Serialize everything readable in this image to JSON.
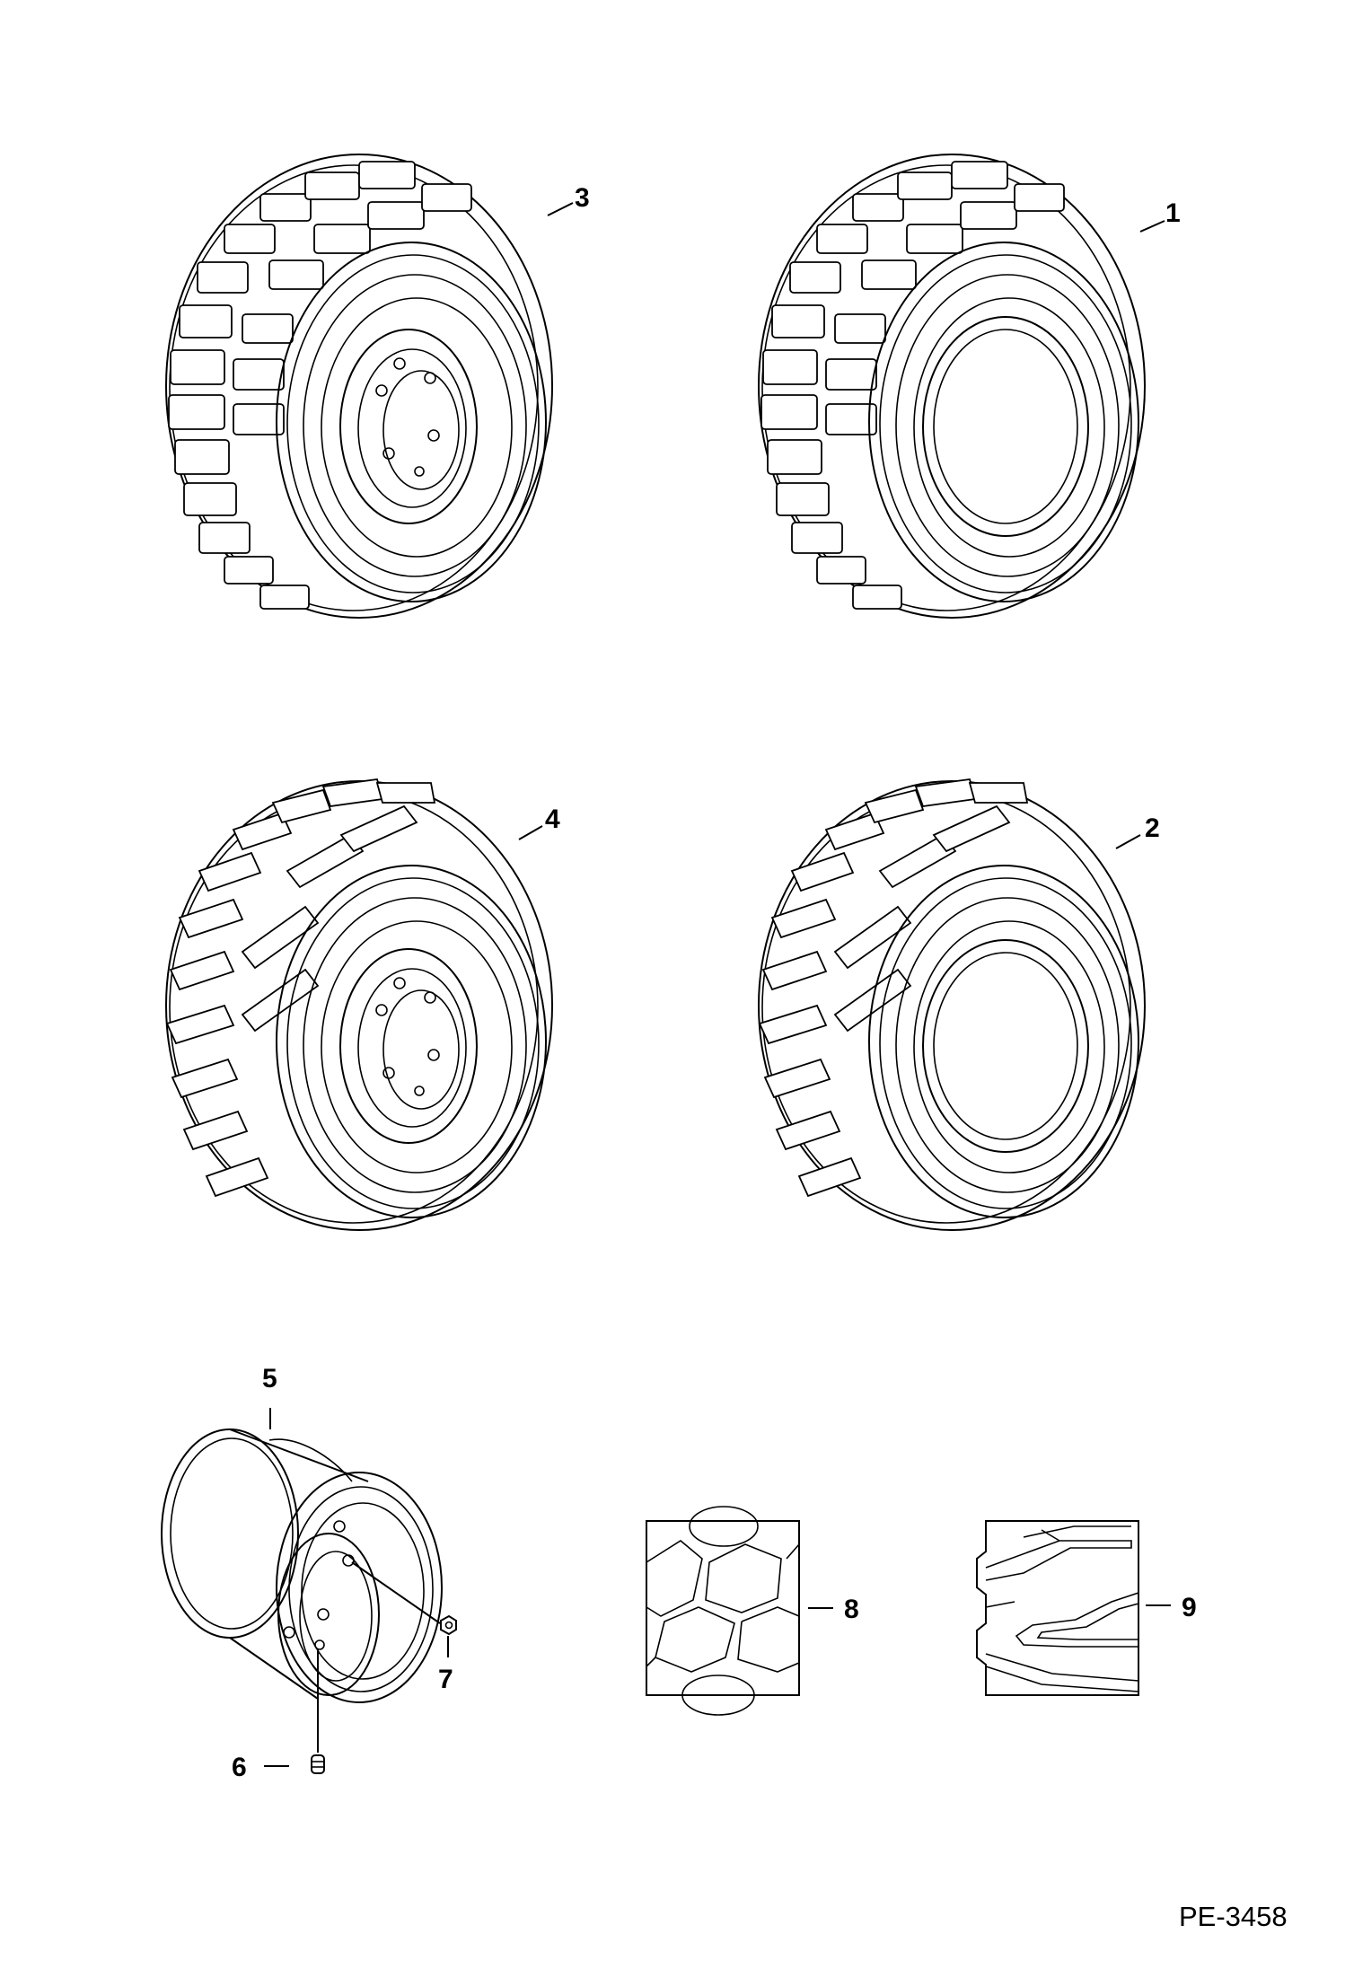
{
  "figure": {
    "code": "PE-3458",
    "callouts": [
      "1",
      "2",
      "3",
      "4",
      "5",
      "6",
      "7",
      "8",
      "9"
    ]
  },
  "parts": [
    {
      "callout": "1",
      "view": "tire-block-tread",
      "icon": "tire-without-rim-icon"
    },
    {
      "callout": "2",
      "view": "tire-lug-tread",
      "icon": "tire-without-rim-icon"
    },
    {
      "callout": "3",
      "view": "tire-block-tread",
      "icon": "tire-with-rim-icon"
    },
    {
      "callout": "4",
      "view": "tire-lug-tread",
      "icon": "tire-with-rim-icon"
    },
    {
      "callout": "5",
      "view": "rim",
      "icon": "wheel-rim-icon"
    },
    {
      "callout": "6",
      "view": "valve-stem",
      "icon": "valve-stem-icon"
    },
    {
      "callout": "7",
      "view": "wheel-nut",
      "icon": "wheel-nut-icon"
    },
    {
      "callout": "8",
      "view": "tread-swatch-block",
      "icon": "block-tread-pattern-icon"
    },
    {
      "callout": "9",
      "view": "tread-swatch-lug",
      "icon": "lug-tread-pattern-icon"
    }
  ]
}
